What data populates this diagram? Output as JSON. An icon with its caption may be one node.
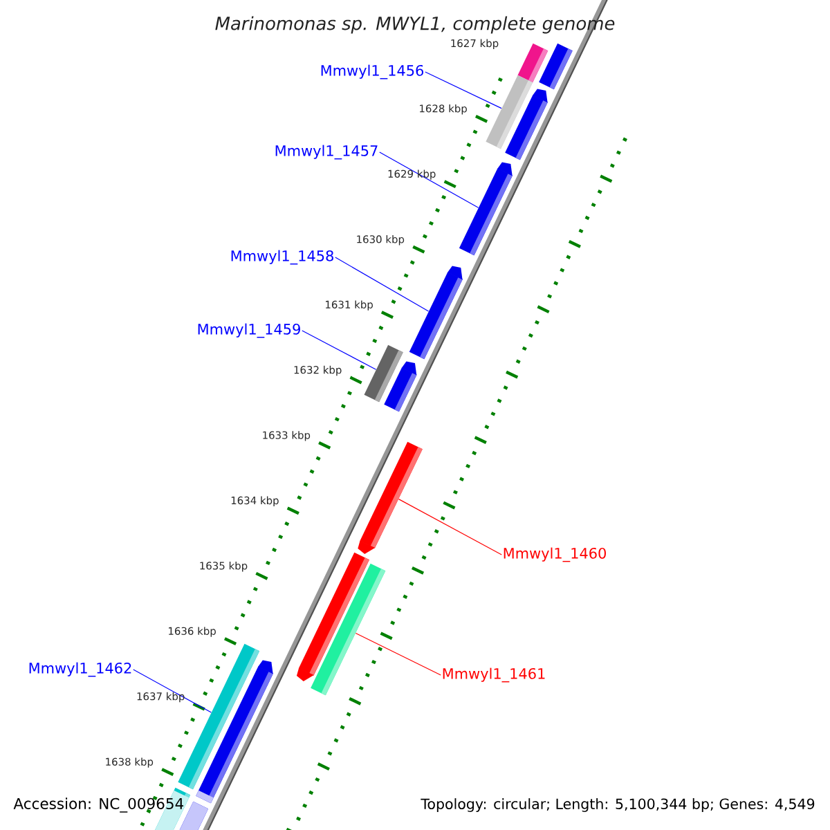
{
  "diagram": {
    "title": "Marinomonas sp. MWYL1, complete genome",
    "nodes": [
      {
        "text": [],
        "shape": "bar"
      },
      {
        "text": [],
        "shape": "bar"
      },
      {
        "text": [
          "Mmwyl1_1456"
        ]
      },
      {
        "text": [],
        "shape": "bar"
      },
      {
        "text": [],
        "shape": "bar"
      },
      {
        "text": [
          "Mmwyl1_1457"
        ]
      },
      {
        "text": [],
        "shape": "bar"
      },
      {
        "text": [
          "Mmwyl1_1458"
        ]
      },
      {
        "text": [],
        "shape": "bar"
      },
      {
        "text": [
          "Mmwyl1_1459"
        ]
      },
      {
        "text": [],
        "shape": "bar"
      },
      {
        "text": [],
        "shape": "bar"
      },
      {
        "text": [],
        "shape": "bar"
      },
      {
        "text": [
          "Mmwyl1_1460"
        ]
      },
      {
        "text": [],
        "shape": "bar"
      },
      {
        "text": [],
        "shape": "bar"
      },
      {
        "text": [
          "Mmwyl1_1461"
        ]
      },
      {
        "text": [
          "Mmwyl1_1462"
        ]
      },
      {
        "text": [],
        "shape": "bar"
      },
      {
        "text": [],
        "shape": "bar"
      },
      {
        "text": [],
        "shape": "bar"
      },
      {
        "text": [],
        "shape": "bar"
      }
    ],
    "edges": [
      {
        "from": 2,
        "to": 3,
        "arrow": "none"
      },
      {
        "from": 5,
        "to": 6,
        "arrow": "none"
      },
      {
        "from": 7,
        "to": 8,
        "arrow": "none"
      },
      {
        "from": 9,
        "to": 10,
        "arrow": "none"
      },
      {
        "from": 13,
        "to": 12,
        "arrow": "none",
        "color": "#ff0000"
      },
      {
        "from": 16,
        "to": 15,
        "arrow": "none",
        "color": "#ff0000"
      },
      {
        "from": 17,
        "to": 18,
        "arrow": "none"
      }
    ],
    "labels": [
      "1627 kbp",
      "1628 kbp",
      "1629 kbp",
      "1630 kbp",
      "1631 kbp",
      "1632 kbp",
      "1633 kbp",
      "1634 kbp",
      "1635 kbp",
      "1636 kbp",
      "1637 kbp",
      "1638 kbp",
      "Accession: NC_009654",
      "Topology: circular; Length: 5,100,344 bp; Genes: 4,549"
    ]
  }
}
